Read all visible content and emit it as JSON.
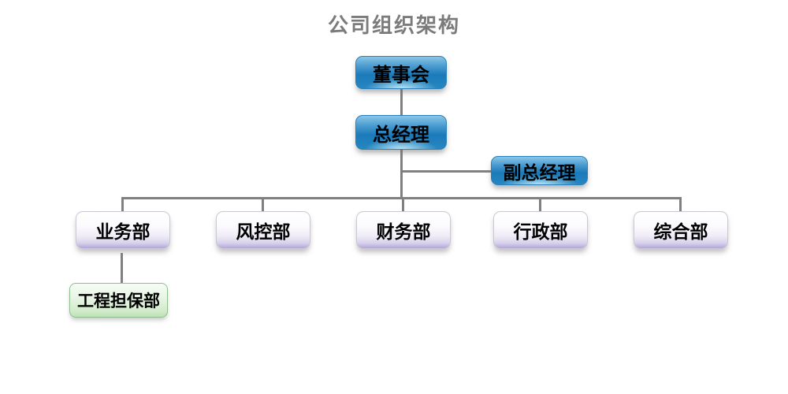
{
  "title": "公司组织架构",
  "nodes": {
    "board": {
      "label": "董事会",
      "level": 1
    },
    "general_manager": {
      "label": "总经理",
      "level": 2,
      "parent": "董事会"
    },
    "deputy_general_manager": {
      "label": "副总经理",
      "level": 2,
      "parent": "总经理"
    },
    "departments": [
      {
        "label": "业务部",
        "parent": "总经理"
      },
      {
        "label": "风控部",
        "parent": "总经理"
      },
      {
        "label": "财务部",
        "parent": "总经理"
      },
      {
        "label": "行政部",
        "parent": "总经理"
      },
      {
        "label": "综合部",
        "parent": "总经理"
      }
    ],
    "sub_department": {
      "label": "工程担保部",
      "parent": "业务部"
    }
  },
  "colors": {
    "title_text": "#7b7b7b",
    "connector_line": "#808080",
    "executive_box_blue": "#1b7ab9",
    "department_box_top": "#ffffff",
    "department_box_bottom": "#b2a7d5",
    "sub_department_box_green": "#d4ecce",
    "box_text": "#000000",
    "background": "#ffffff"
  }
}
